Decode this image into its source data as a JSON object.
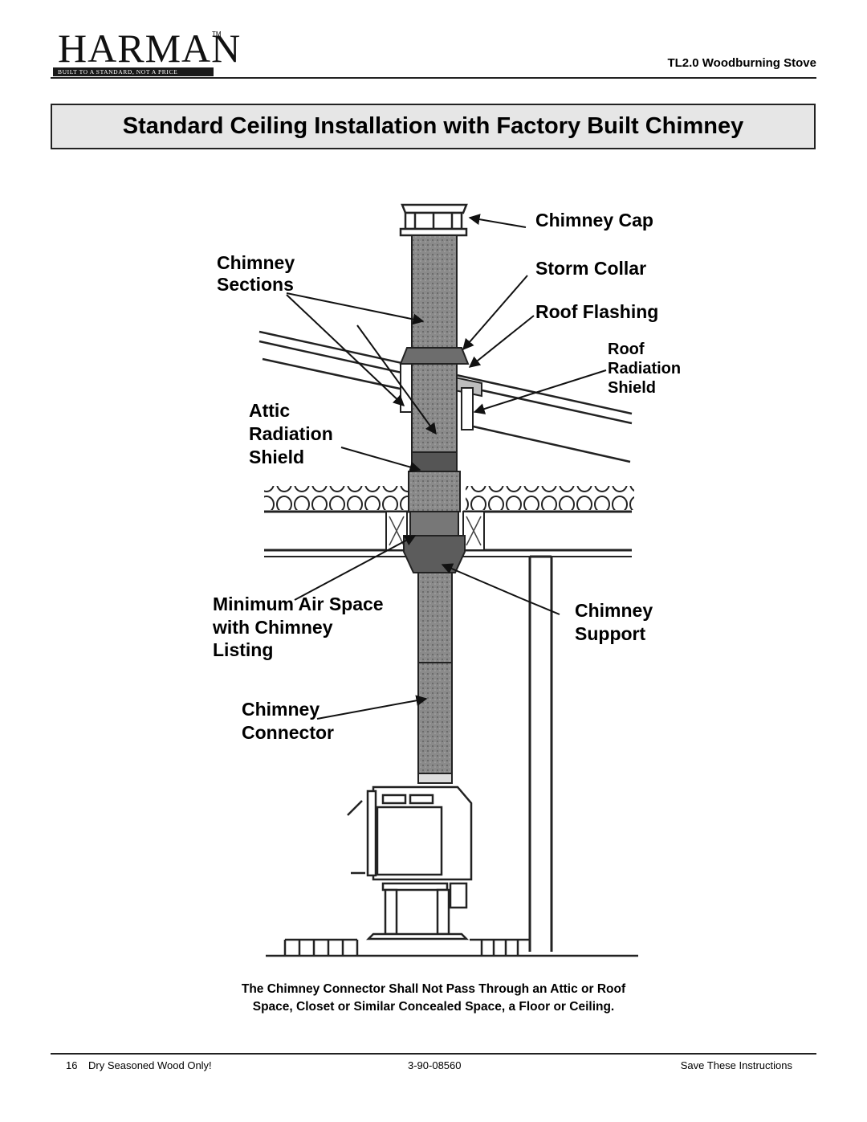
{
  "header": {
    "logo_text": "HARMAN",
    "logo_tm": "TM",
    "logo_tagline": "BUILT TO A STANDARD, NOT A PRICE",
    "doc_title": "TL2.0 Woodburning Stove"
  },
  "section_title": "Standard Ceiling Installation with Factory Built Chimney",
  "diagram": {
    "labels": {
      "chimney_cap": "Chimney Cap",
      "chimney_sections_1": "Chimney",
      "chimney_sections_2": "Sections",
      "storm_collar": "Storm Collar",
      "roof_flashing": "Roof Flashing",
      "roof_radiation_1": "Roof",
      "roof_radiation_2": "Radiation",
      "roof_radiation_3": "Shield",
      "attic_radiation_1": "Attic",
      "attic_radiation_2": "Radiation",
      "attic_radiation_3": "Shield",
      "min_air_space_1": "Minimum Air Space",
      "min_air_space_2": "with Chimney",
      "min_air_space_3": "Listing",
      "chimney_support_1": "Chimney",
      "chimney_support_2": "Support",
      "chimney_connector_1": "Chimney",
      "chimney_connector_2": "Connector"
    }
  },
  "caption": {
    "line1": "The Chimney Connector Shall Not Pass Through an Attic or Roof",
    "line2": "Space, Closet or Similar Concealed Space, a Floor or Ceiling."
  },
  "footer": {
    "page_number": "16",
    "left_text": "Dry Seasoned Wood Only!",
    "center_text": "3-90-08560",
    "right_text": "Save These Instructions"
  }
}
